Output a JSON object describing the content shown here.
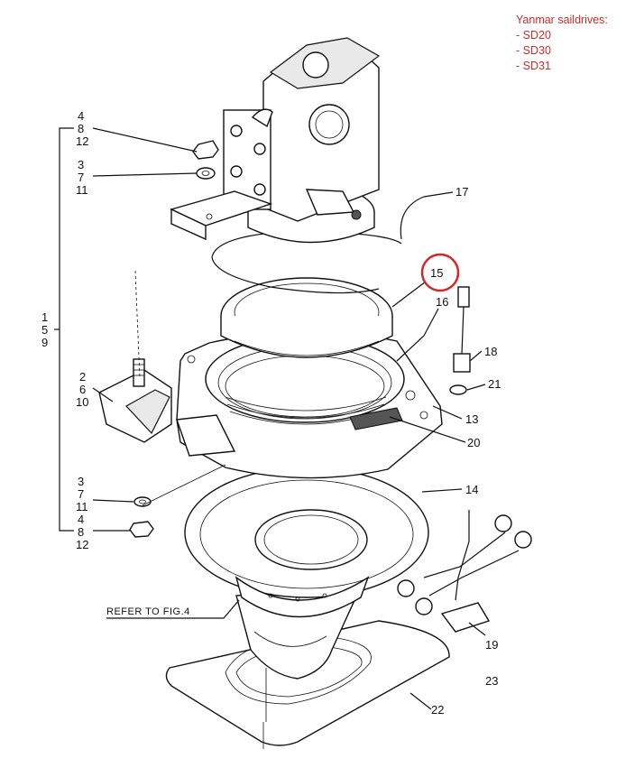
{
  "note": {
    "title": "Yanmar saildrives:",
    "models": [
      "- SD20",
      "- SD30",
      "- SD31"
    ],
    "color": "#d22a2a"
  },
  "highlight": {
    "part": "15",
    "color": "#d22a2a"
  },
  "labels": {
    "group_top": [
      "4",
      "8",
      "12"
    ],
    "group_washer_top": [
      "3",
      "7",
      "11"
    ],
    "group_side": [
      "1",
      "5",
      "9"
    ],
    "group_mount": [
      "2",
      "6",
      "10"
    ],
    "group_washer_bottom": [
      "3",
      "7",
      "11"
    ],
    "group_bottom": [
      "4",
      "8",
      "12"
    ],
    "p13": "13",
    "p14": "14",
    "p15": "15",
    "p16": "16",
    "p17": "17",
    "p18": "18",
    "p19": "19",
    "p20": "20",
    "p21": "21",
    "p22": "22",
    "p23": "23",
    "refer": "REFER TO FIG.4"
  }
}
